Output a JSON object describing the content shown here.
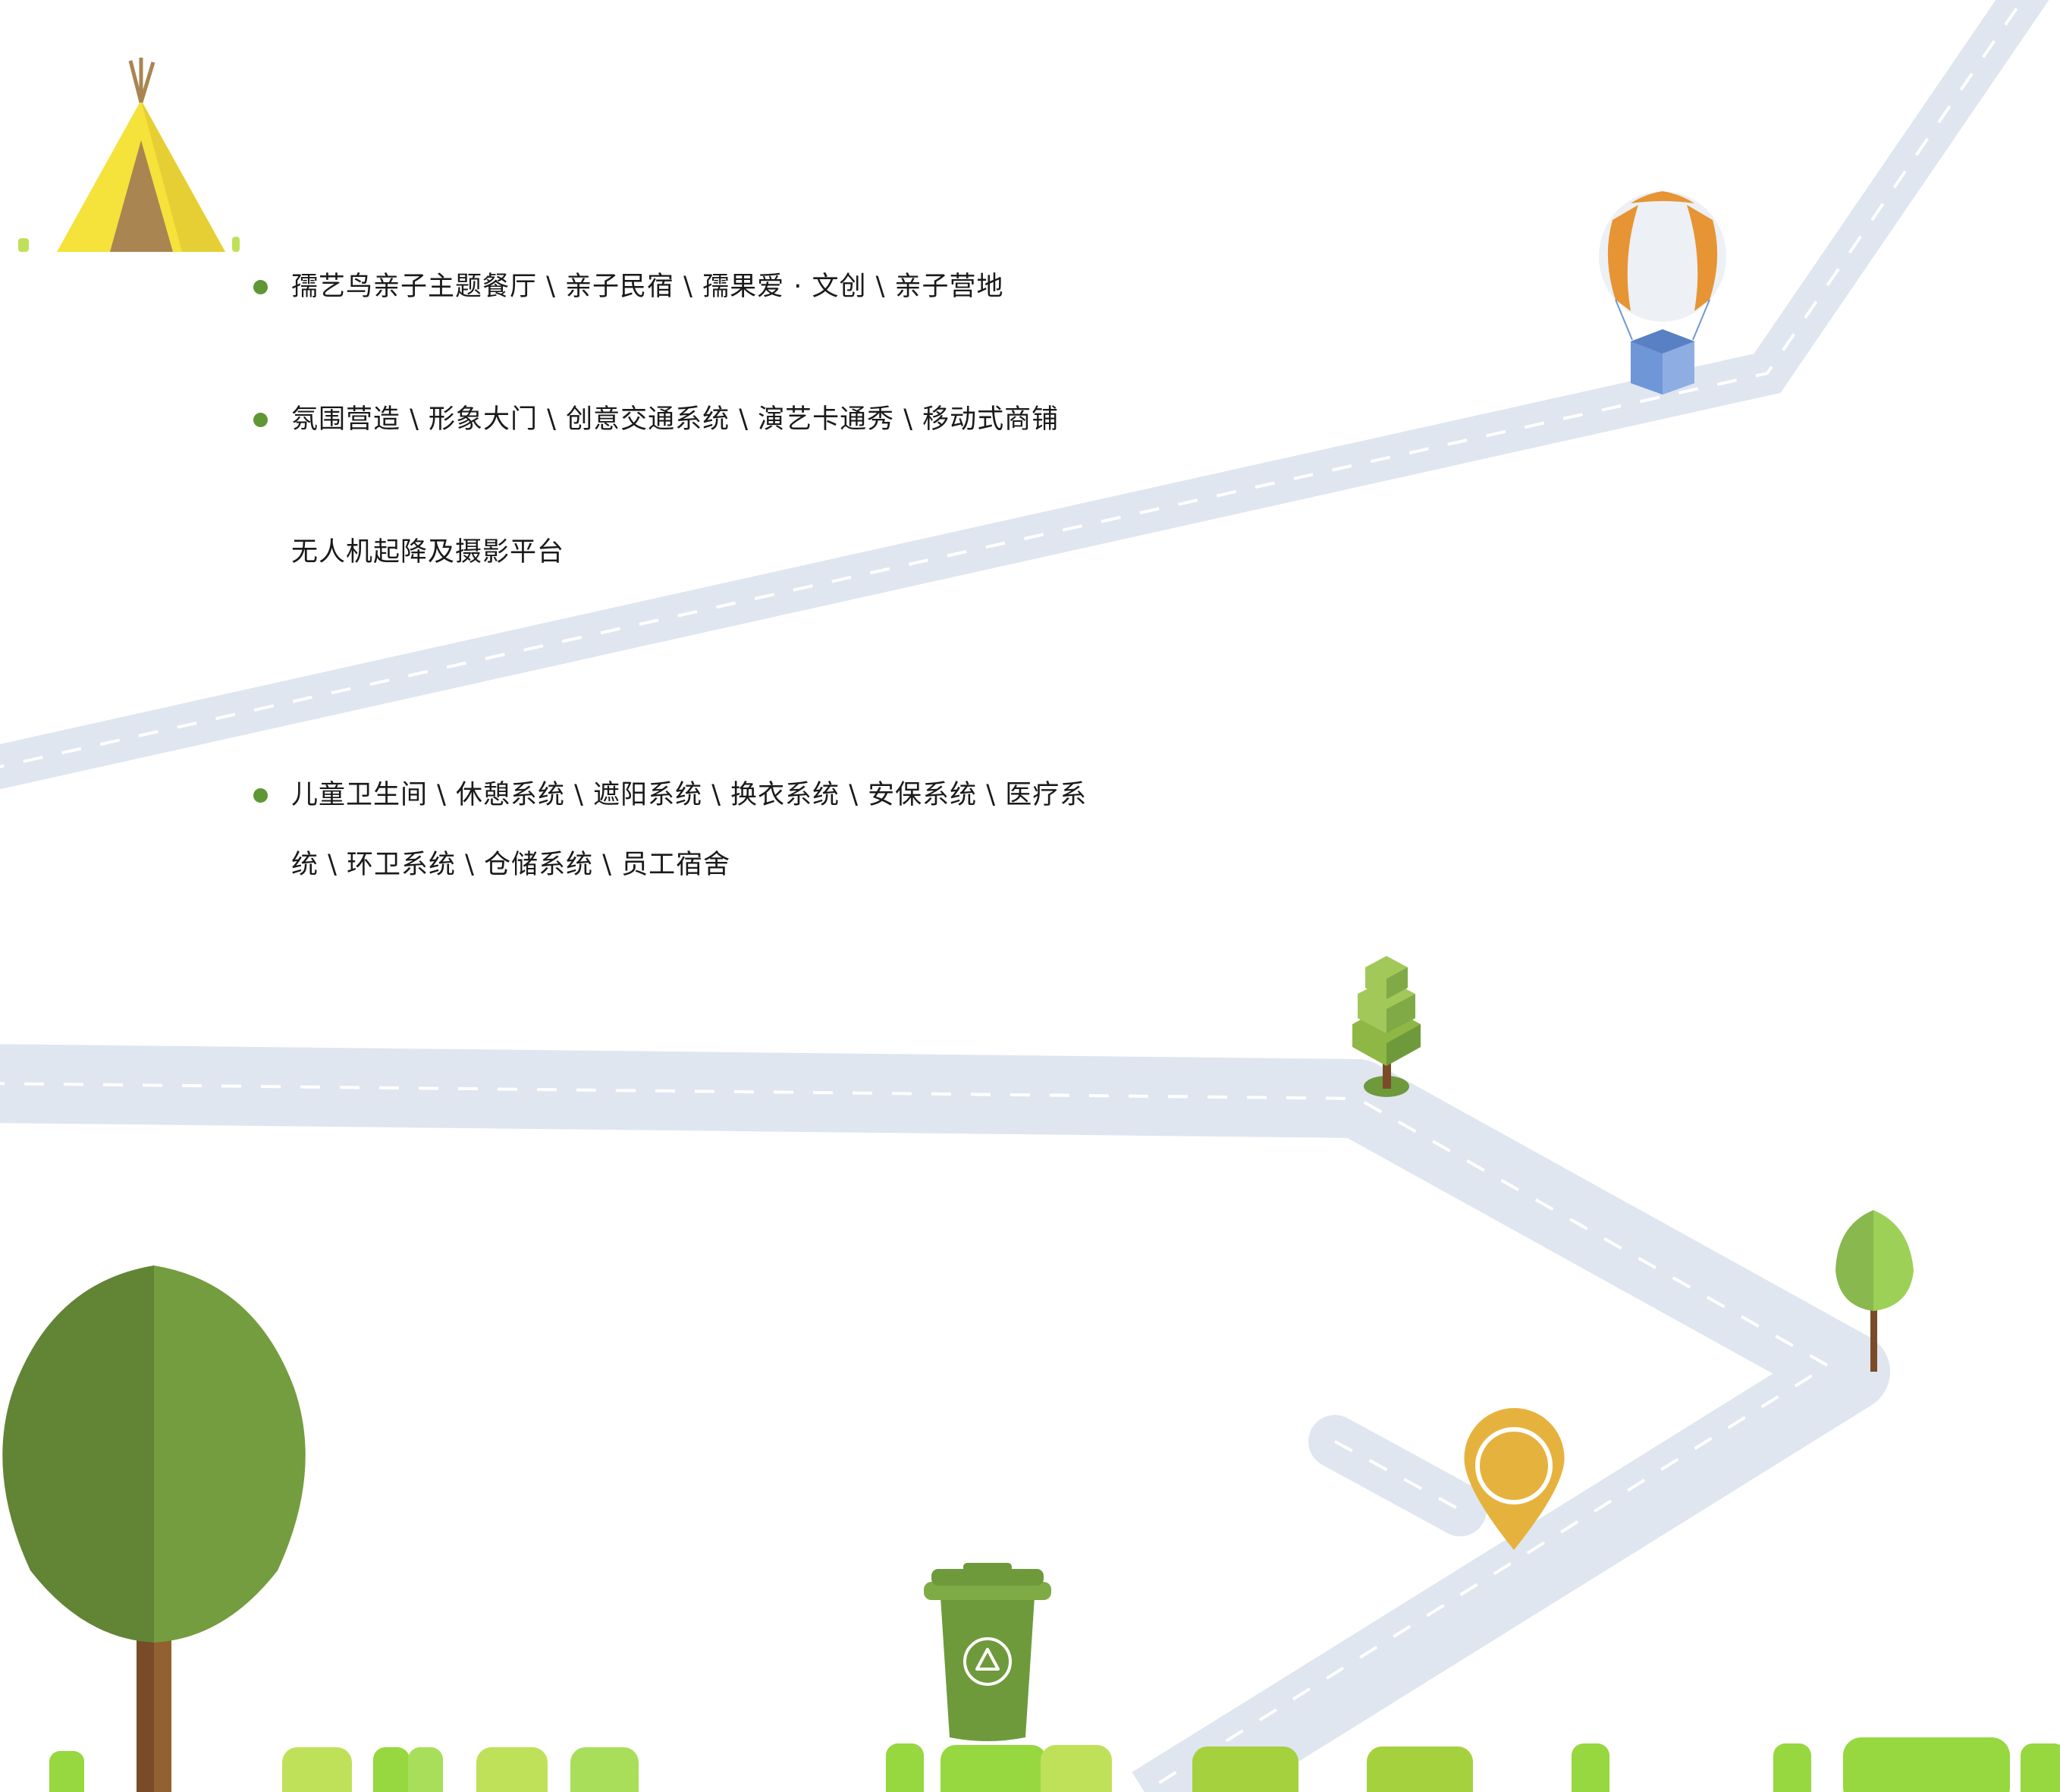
{
  "content": {
    "line1": "孺艺鸟亲子主题餐厅 \\ 亲子民宿 \\ 孺果爱 · 文创 \\ 亲子营地",
    "line2": "氛围营造 \\ 形象大门 \\ 创意交通系统 \\ 演艺卡通秀 \\ 移动式商铺",
    "line2_cont": "无人机起降及摄影平台",
    "line3": "儿童卫生间 \\ 休憩系统 \\ 遮阳系统 \\ 换衣系统 \\ 安保系统 \\ 医疗系",
    "line3_cont": "统 \\ 环卫系统 \\ 仓储系统 \\ 员工宿舍"
  },
  "colors": {
    "road": "#dfe6f0",
    "road_dash": "#ffffff",
    "bullet": "#5e9734",
    "text": "#1a1a1a",
    "tree_dark": "#618535",
    "tree_light": "#749d3f",
    "trunk": "#7a4b28",
    "bin": "#6f9a3c",
    "pin": "#e6b23e",
    "balloon_orange": "#e69434",
    "balloon_white": "#edf0f5",
    "basket": "#6f96d7",
    "tent_yellow": "#f5e23a",
    "tent_brown": "#a98552",
    "grass_bright": "#97d73f",
    "grass_pale": "#bfe15a"
  },
  "icons": [
    "tent-icon",
    "hot-air-balloon-icon",
    "cube-tree-icon",
    "round-tree-icon",
    "small-tree-icon",
    "location-pin-icon",
    "recycle-bin-icon",
    "recycle-symbol-icon"
  ]
}
